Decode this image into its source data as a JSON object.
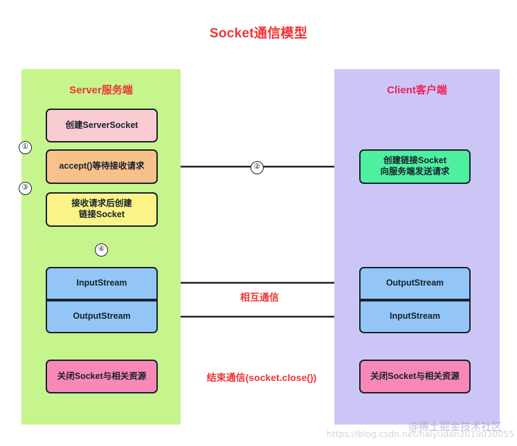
{
  "title": "Socket通信模型",
  "server": {
    "panel_title": "Server服务端",
    "nodes": {
      "create_serversocket": "创建ServerSocket",
      "accept": "accept()等待接收请求",
      "create_link_l1": "接收请求后创建",
      "create_link_l2": "链接Socket",
      "input_stream": "InputStream",
      "output_stream": "OutputStream",
      "close": "关闭Socket与相关资源"
    }
  },
  "client": {
    "panel_title": "Client客户端",
    "nodes": {
      "connect_l1": "创建链接Socket",
      "connect_l2": "向服务端发送请求",
      "output_stream": "OutputStream",
      "input_stream": "InputStream",
      "close": "关闭Socket与相关资源"
    }
  },
  "middle_labels": {
    "mutual": "相互通信",
    "end": "结束通信(socket.close())"
  },
  "markers": {
    "one": "①",
    "two": "②",
    "three": "③",
    "four": "④"
  },
  "watermarks": {
    "community": "@稀土掘金技术社区",
    "url": "https://blog.csdn.net/haiyudan2019030055"
  },
  "colors": {
    "title_red": "#ef3434",
    "server_panel": "#c6f58e",
    "client_panel": "#ccc6f7",
    "pink_box": "#f9ccd1",
    "orange_box": "#f8c08a",
    "yellow_box": "#fbf388",
    "blue_box": "#93c6f7",
    "close_pink": "#f888b8",
    "client_green": "#4ef0a0",
    "stroke": "#17202b"
  }
}
